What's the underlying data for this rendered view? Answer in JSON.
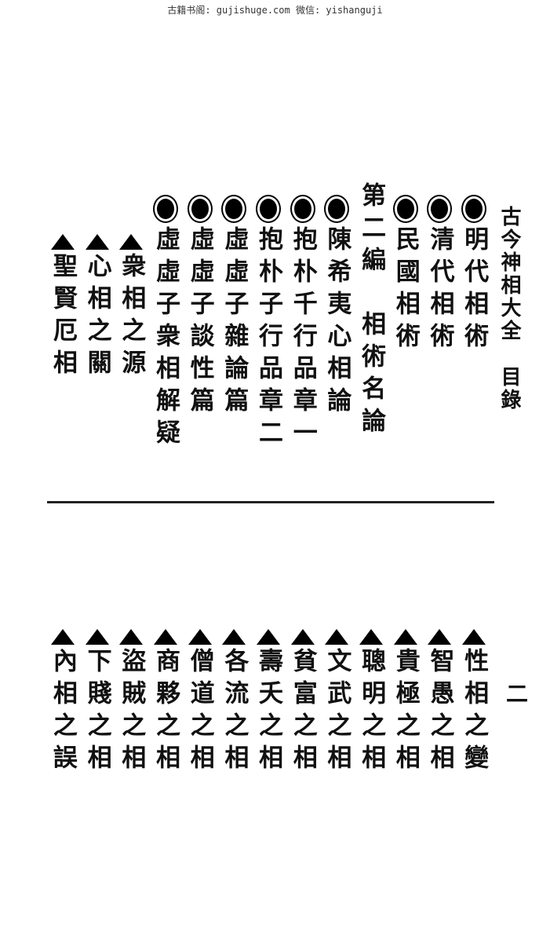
{
  "watermark": "古籍书阁: gujishuge.com 微信: yishanguji",
  "header": {
    "book_title": "古今神相大全",
    "section": "目錄"
  },
  "upper_entries": [
    {
      "marker": "circle",
      "text": "明代相術"
    },
    {
      "marker": "circle",
      "text": "清代相術"
    },
    {
      "marker": "circle",
      "text": "民國相術"
    },
    {
      "marker": "none",
      "text": "第二編　相術名論"
    },
    {
      "marker": "circle",
      "text": "陳希夷心相論"
    },
    {
      "marker": "circle",
      "text": "抱朴千行品章一"
    },
    {
      "marker": "circle",
      "text": "抱朴子行品章二"
    },
    {
      "marker": "circle",
      "text": "虛虛子雜論篇"
    },
    {
      "marker": "circle",
      "text": "虛虛子談性篇"
    },
    {
      "marker": "circle",
      "text": "虛虛子衆相解疑"
    },
    {
      "marker": "triangle",
      "text": "衆相之源"
    },
    {
      "marker": "triangle",
      "text": "心相之關"
    },
    {
      "marker": "triangle",
      "text": "聖賢厄相"
    }
  ],
  "lower_entries": [
    {
      "marker": "triangle",
      "text": "性相之變"
    },
    {
      "marker": "triangle",
      "text": "智愚之相"
    },
    {
      "marker": "triangle",
      "text": "貴極之相"
    },
    {
      "marker": "triangle",
      "text": "聰明之相"
    },
    {
      "marker": "triangle",
      "text": "文武之相"
    },
    {
      "marker": "triangle",
      "text": "貧富之相"
    },
    {
      "marker": "triangle",
      "text": "壽夭之相"
    },
    {
      "marker": "triangle",
      "text": "各流之相"
    },
    {
      "marker": "triangle",
      "text": "僧道之相"
    },
    {
      "marker": "triangle",
      "text": "商夥之相"
    },
    {
      "marker": "triangle",
      "text": "盜賊之相"
    },
    {
      "marker": "triangle",
      "text": "下賤之相"
    },
    {
      "marker": "triangle",
      "text": "內相之誤"
    }
  ],
  "page_number": "二"
}
